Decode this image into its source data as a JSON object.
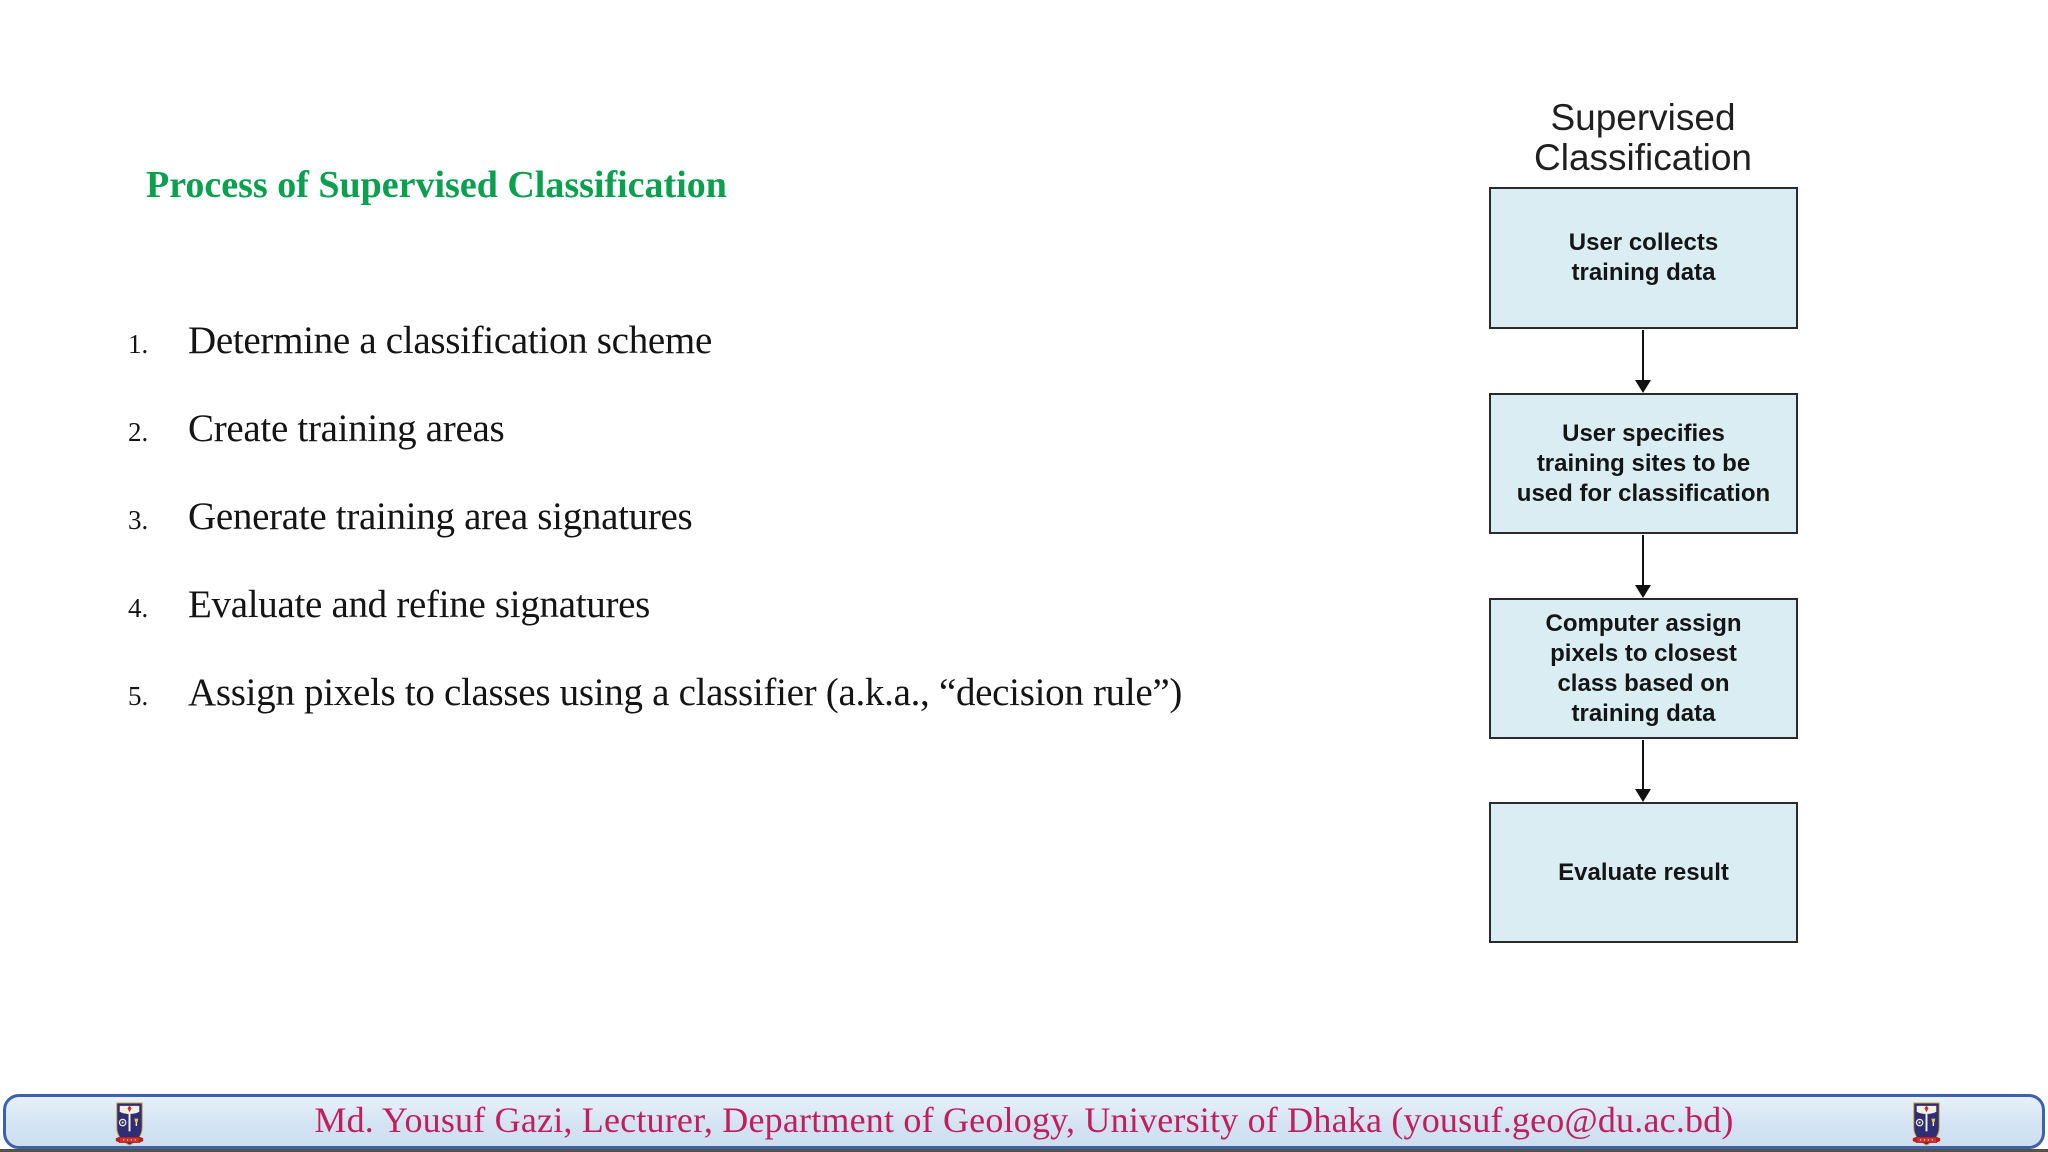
{
  "slide": {
    "title": "Process of Supervised Classification",
    "title_color": "#0aa04e",
    "background": "#ffffff"
  },
  "steps": [
    {
      "num": "1.",
      "text": "Determine a classification scheme"
    },
    {
      "num": "2.",
      "text": "Create training areas"
    },
    {
      "num": "3.",
      "text": "Generate training area signatures"
    },
    {
      "num": "4.",
      "text": "Evaluate and refine signatures"
    },
    {
      "num": "5.",
      "text": "Assign pixels to classes using a classifier (a.k.a., “decision rule”)"
    }
  ],
  "flowchart": {
    "title": "Supervised\nClassification",
    "boxes": [
      {
        "label": "User collects\ntraining data"
      },
      {
        "label": "User specifies\ntraining sites to be\nused for classification"
      },
      {
        "label": "Computer assign\npixels to closest\nclass based on\ntraining data"
      },
      {
        "label": "Evaluate result"
      }
    ],
    "box_fill": "#d9edf2",
    "box_border": "#2b2b2b",
    "arrow_color": "#111111"
  },
  "footer": {
    "text": "Md. Yousuf Gazi, Lecturer, Department of Geology, University of Dhaka (yousuf.geo@du.ac.bd)",
    "text_color": "#c01e5e",
    "bar_fill": "#d4e3f2",
    "bar_border": "#3d62a8",
    "left_logo": "university-of-dhaka-crest",
    "right_logo": "university-of-dhaka-crest"
  }
}
